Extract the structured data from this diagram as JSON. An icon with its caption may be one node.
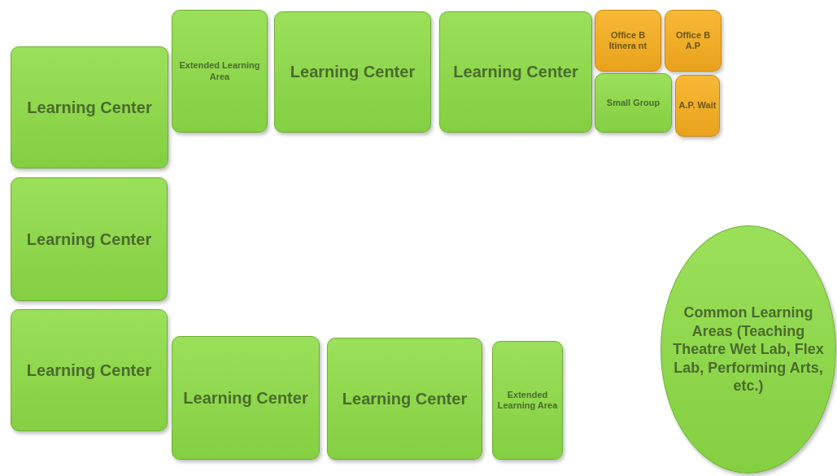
{
  "diagram": {
    "nodes": [
      {
        "text": [
          "Learning Center"
        ]
      },
      {
        "text": [
          "Extended Learning Area"
        ]
      },
      {
        "text": [
          "Learning Center"
        ]
      },
      {
        "text": [
          "Learning Center"
        ]
      },
      {
        "text": [
          "Office B Itinera nt"
        ]
      },
      {
        "text": [
          "Office B A.P"
        ]
      },
      {
        "text": [
          "Small Group"
        ]
      },
      {
        "text": [
          "A.P. Wait"
        ]
      },
      {
        "text": [
          "Learning Center"
        ]
      },
      {
        "text": [
          "Learning Center"
        ]
      },
      {
        "text": [
          "Learning Center"
        ]
      },
      {
        "text": [
          "Learning Center"
        ]
      },
      {
        "text": [
          "Extended Learning Area"
        ]
      },
      {
        "text": [
          "Common Learning Areas (Teaching Theatre Wet Lab, Flex Lab, Performing Arts, etc.)"
        ]
      }
    ]
  }
}
